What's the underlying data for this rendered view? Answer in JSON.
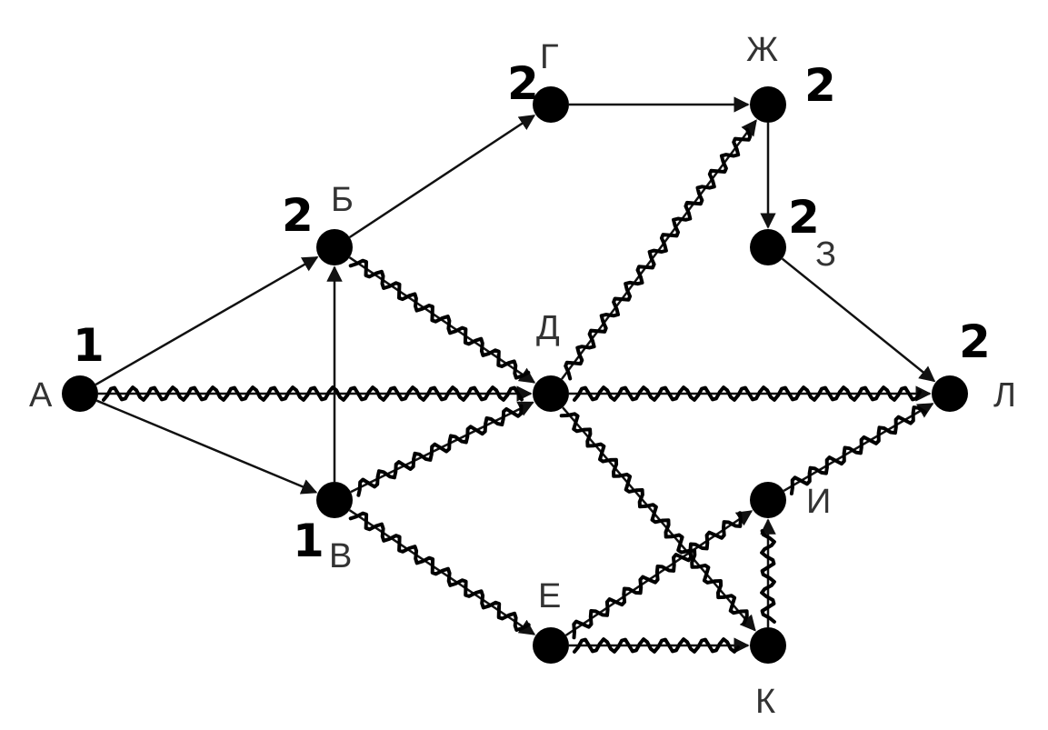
{
  "colors": {
    "node": "#000000",
    "edge": "#111111",
    "wavy": "#000000",
    "label": "#333333",
    "background": "#ffffff"
  },
  "nodes": [
    {
      "id": "A",
      "label": "А",
      "count": "1"
    },
    {
      "id": "B",
      "label": "Б",
      "count": "2"
    },
    {
      "id": "V",
      "label": "В",
      "count": "1"
    },
    {
      "id": "G",
      "label": "Г",
      "count": "2"
    },
    {
      "id": "D",
      "label": "Д",
      "count": ""
    },
    {
      "id": "E",
      "label": "Е",
      "count": ""
    },
    {
      "id": "Zh",
      "label": "Ж",
      "count": "2"
    },
    {
      "id": "Z",
      "label": "З",
      "count": "2"
    },
    {
      "id": "I",
      "label": "И",
      "count": ""
    },
    {
      "id": "K",
      "label": "К",
      "count": ""
    },
    {
      "id": "L",
      "label": "Л",
      "count": "2"
    }
  ],
  "edges": [
    {
      "from": "A",
      "to": "B",
      "marked": false
    },
    {
      "from": "A",
      "to": "D",
      "marked": true
    },
    {
      "from": "A",
      "to": "V",
      "marked": false
    },
    {
      "from": "V",
      "to": "B",
      "marked": false
    },
    {
      "from": "B",
      "to": "G",
      "marked": false
    },
    {
      "from": "B",
      "to": "D",
      "marked": true
    },
    {
      "from": "G",
      "to": "Zh",
      "marked": false
    },
    {
      "from": "D",
      "to": "Zh",
      "marked": true
    },
    {
      "from": "Zh",
      "to": "Z",
      "marked": false
    },
    {
      "from": "Z",
      "to": "L",
      "marked": false
    },
    {
      "from": "D",
      "to": "L",
      "marked": true
    },
    {
      "from": "V",
      "to": "D",
      "marked": true
    },
    {
      "from": "V",
      "to": "E",
      "marked": true
    },
    {
      "from": "D",
      "to": "K",
      "marked": true
    },
    {
      "from": "E",
      "to": "I",
      "marked": true
    },
    {
      "from": "E",
      "to": "K",
      "marked": true
    },
    {
      "from": "K",
      "to": "I",
      "marked": true
    },
    {
      "from": "I",
      "to": "L",
      "marked": true
    }
  ]
}
